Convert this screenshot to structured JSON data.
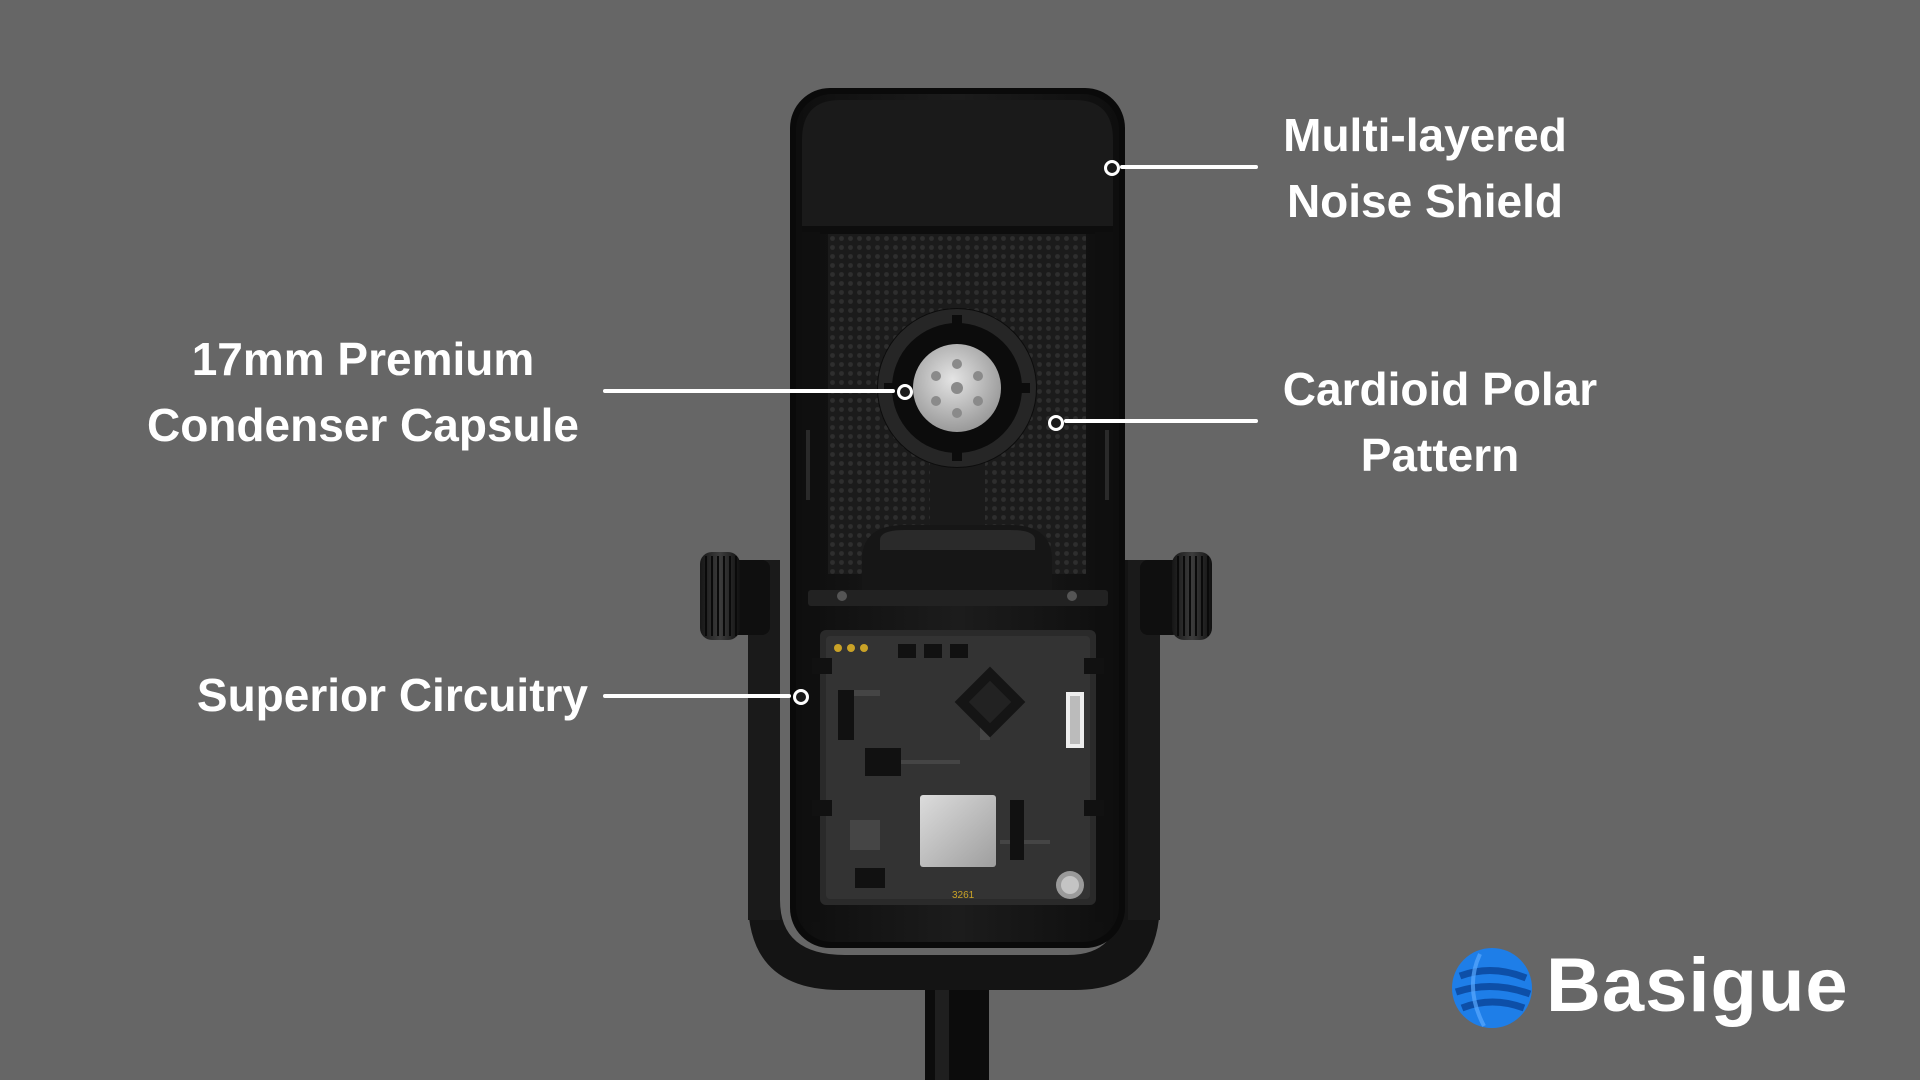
{
  "callouts": {
    "noise_shield": {
      "line1": "Multi-layered",
      "line2": "Noise Shield"
    },
    "cardioid": {
      "line1": "Cardioid Polar",
      "line2": "Pattern"
    },
    "capsule": {
      "line1": "17mm Premium",
      "line2": "Condenser Capsule"
    },
    "circuitry": {
      "line1": "Superior Circuitry"
    }
  },
  "brand": {
    "name": "Basigue",
    "icon": "globe-icon"
  },
  "board_marking": "3261",
  "colors": {
    "background": "#666666",
    "label": "#ffffff",
    "brand_blue": "#1e7ee8",
    "body": "#151515"
  }
}
